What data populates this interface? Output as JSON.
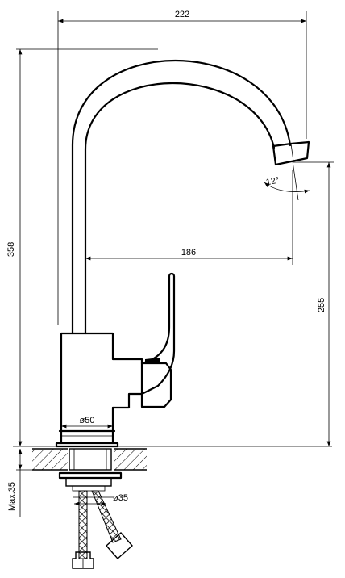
{
  "dimensions": {
    "overall_reach": "222",
    "overall_height": "358",
    "spout_reach": "186",
    "spout_height": "255",
    "spout_angle": "12°",
    "base_diameter": "ø50",
    "mount_hole_diameter": "ø35",
    "max_countertop": "Max.35"
  }
}
